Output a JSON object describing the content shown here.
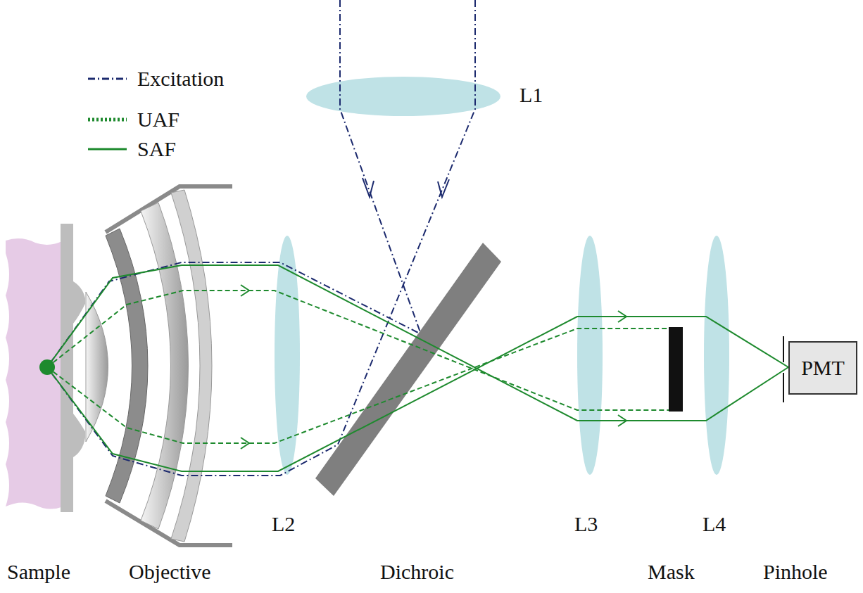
{
  "diagram": {
    "nodes": [
      {
        "text": [
          "PMT"
        ]
      }
    ],
    "labels": [
      "L1",
      "L2",
      "L3",
      "L4",
      "Sample",
      "Objective",
      "Dichroic",
      "Mask",
      "Pinhole"
    ],
    "legend": [
      {
        "text": "Excitation"
      },
      {
        "text": "UAF"
      },
      {
        "text": "SAF"
      }
    ]
  }
}
